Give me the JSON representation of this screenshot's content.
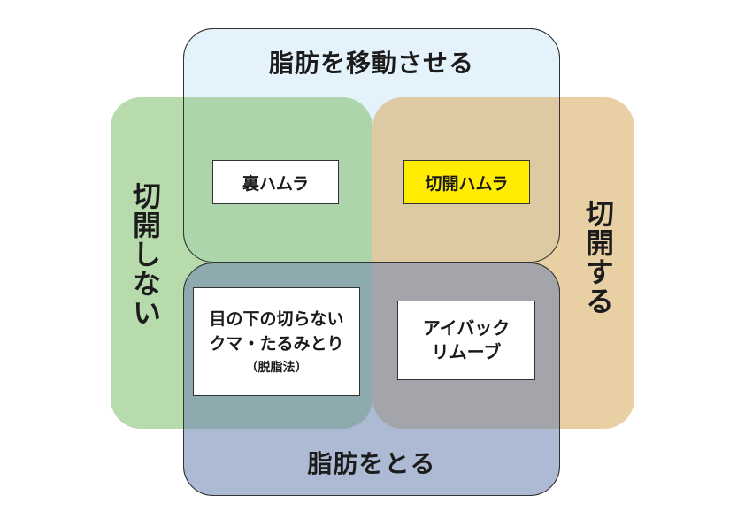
{
  "axes": {
    "top": "脂肪を移動させる",
    "bottom": "脂肪をとる",
    "left": "切開しない",
    "right": "切開する"
  },
  "quadrants": {
    "top_left": "裏ハムラ",
    "top_right": "切開ハムラ",
    "bottom_left": {
      "line1": "目の下の切らない",
      "line2": "クマ・たるみとり",
      "line3": "（脱脂法）"
    },
    "bottom_right": {
      "line1": "アイバック",
      "line2": "リムーブ"
    }
  },
  "colors": {
    "top": "#cde8f8",
    "left": "#7dbe69",
    "right": "#d7aa5a",
    "bottom": "#6982af",
    "highlight_box": "#ffec00"
  }
}
